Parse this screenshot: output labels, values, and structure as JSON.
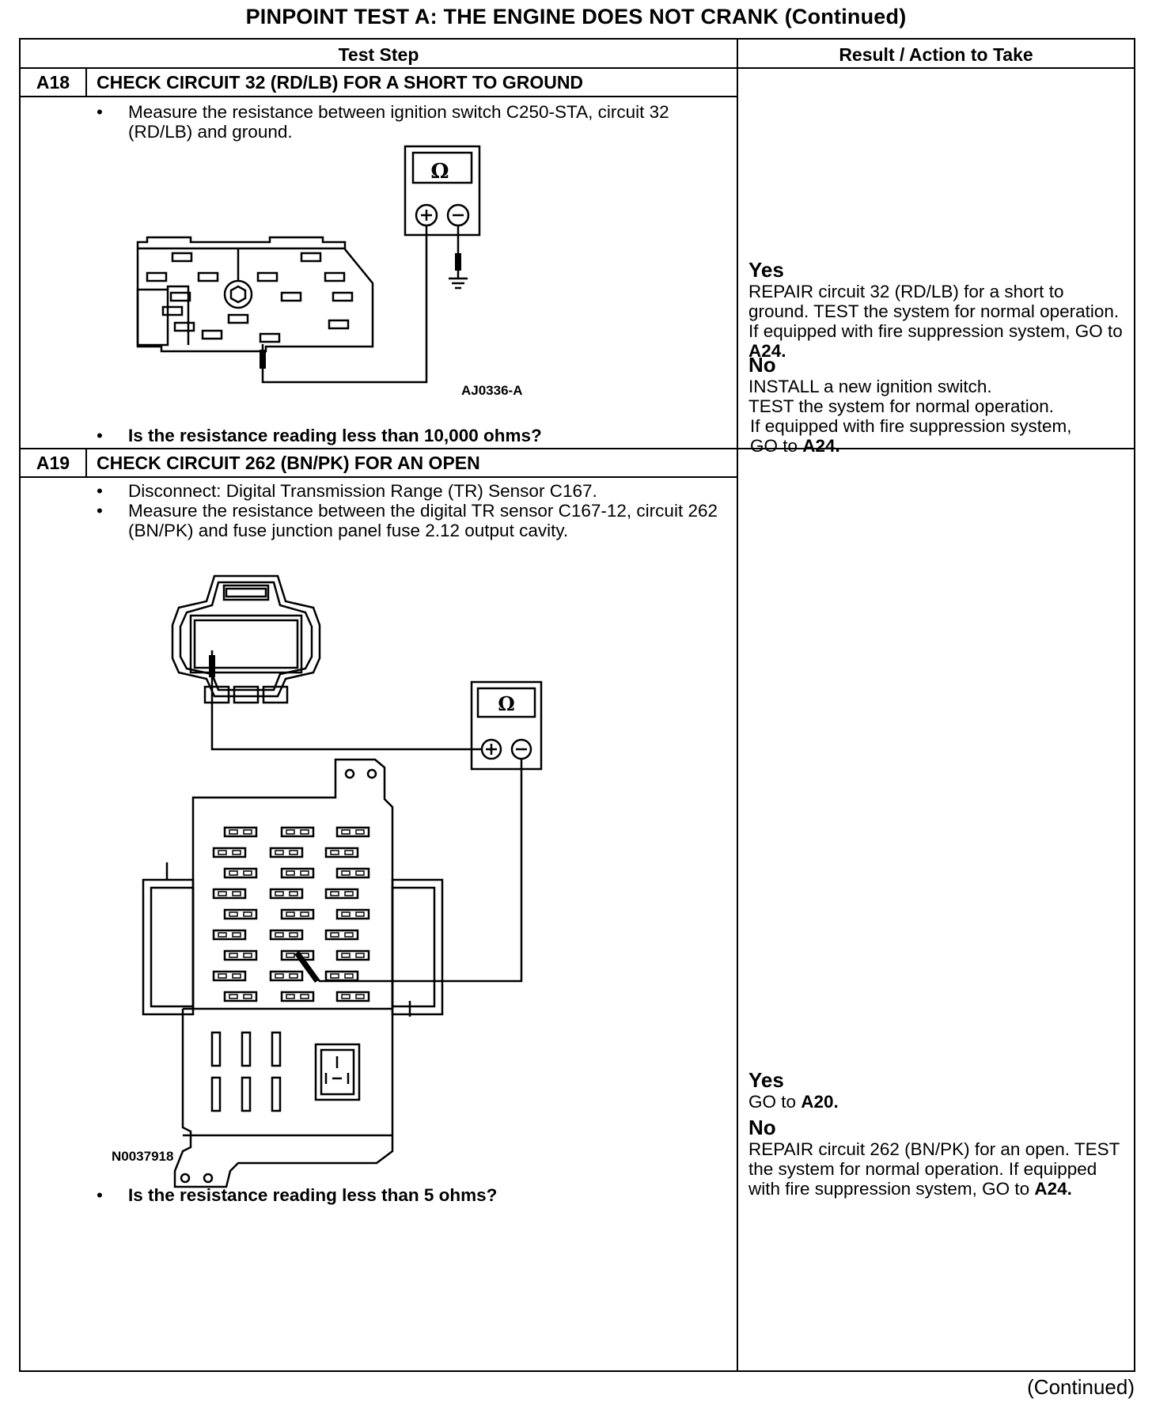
{
  "title": "PINPOINT TEST  A: THE ENGINE DOES NOT CRANK (Continued)",
  "headers": {
    "test_step": "Test Step",
    "result": "Result / Action to Take"
  },
  "steps": [
    {
      "id": "A18",
      "title": "CHECK CIRCUIT 32 (RD/LB) FOR A SHORT TO GROUND",
      "bullets": [
        "Measure the resistance between ignition switch C250-STA, circuit 32 (RD/LB) and ground."
      ],
      "figure_label": "AJ0336-A",
      "meter_symbol": "Ω",
      "question": "Is the resistance reading less than 10,000 ohms?",
      "yes_label": "Yes",
      "yes_text": "REPAIR circuit 32 (RD/LB) for a short to ground. TEST the system for normal operation. If equipped with fire suppression system, GO to ",
      "yes_ref": "A24.",
      "no_label": "No",
      "no_line1": "INSTALL a new ignition switch.",
      "no_line2": "TEST the system for normal operation.",
      "no_line3": "If equipped with fire suppression system,",
      "no_line4": "GO to ",
      "no_ref": "A24."
    },
    {
      "id": "A19",
      "title": "CHECK CIRCUIT 262 (BN/PK) FOR AN OPEN",
      "bullets": [
        "Disconnect: Digital Transmission Range (TR) Sensor C167.",
        "Measure the resistance between the digital TR sensor C167-12, circuit 262 (BN/PK) and fuse junction panel fuse 2.12 output cavity."
      ],
      "figure_label": "N0037918",
      "meter_symbol": "Ω",
      "question": "Is the resistance reading less than 5 ohms?",
      "yes_label": "Yes",
      "yes_text": "GO to ",
      "yes_ref": "A20.",
      "no_label": "No",
      "no_text": "REPAIR circuit 262 (BN/PK) for an open. TEST the system for normal operation. If equipped with fire suppression system, GO to ",
      "no_ref": "A24."
    }
  ],
  "continued": "(Continued)"
}
